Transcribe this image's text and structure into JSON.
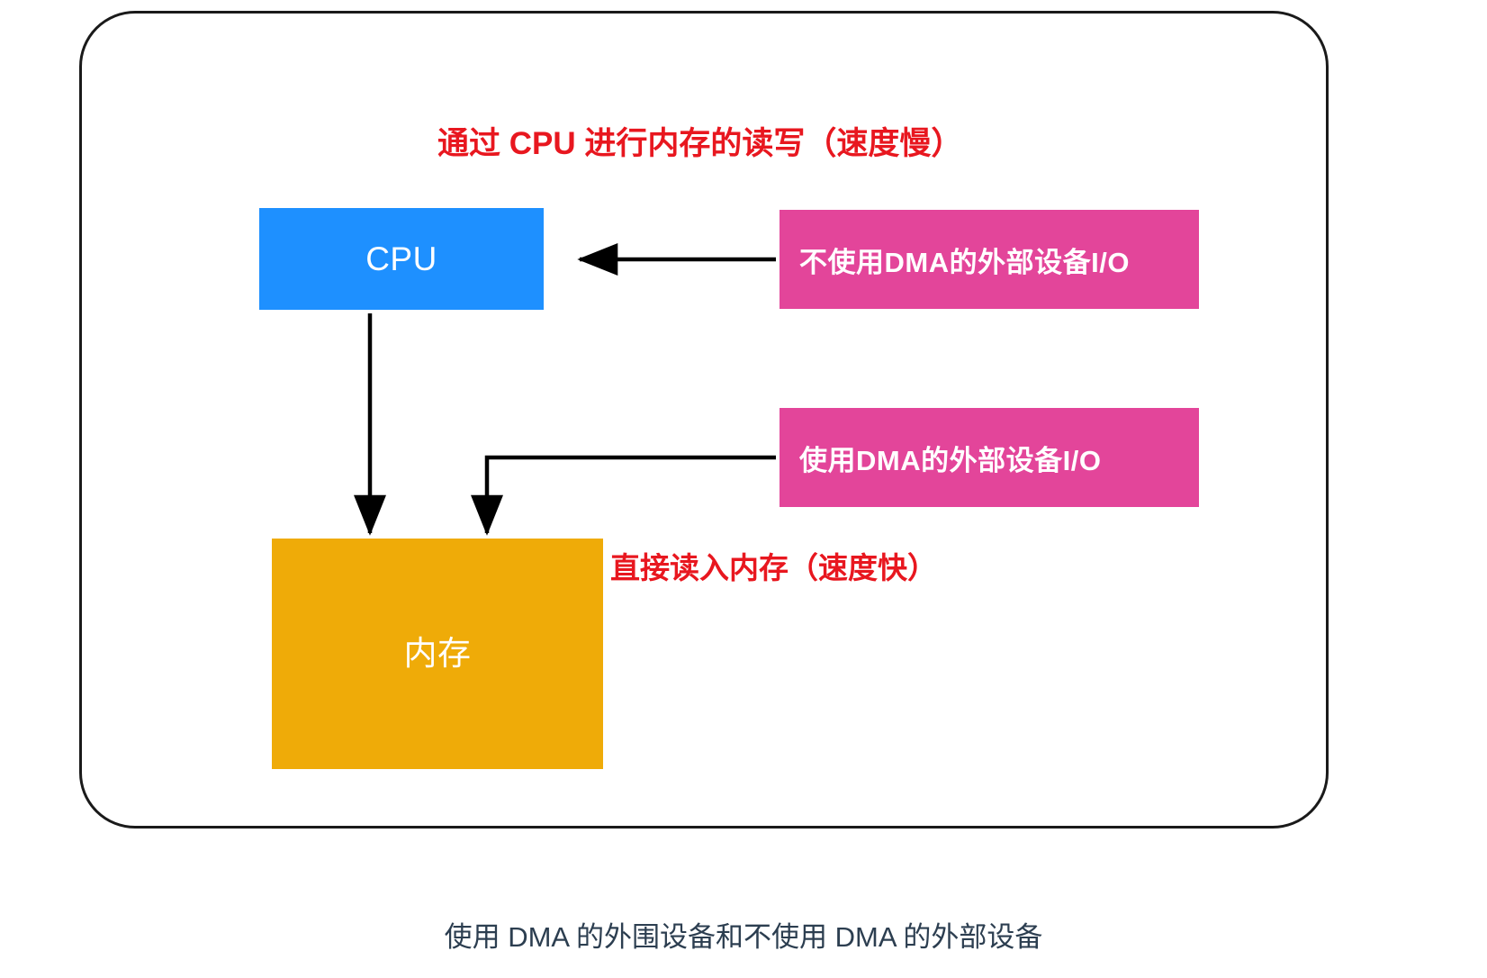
{
  "diagram": {
    "title_annotation": "通过 CPU 进行内存的读写（速度慢）",
    "memory_annotation": "直接读入内存（速度快）",
    "caption": "使用 DMA 的外围设备和不使用 DMA 的外部设备",
    "nodes": [
      {
        "id": "cpu",
        "label": "CPU",
        "color": "#1e90ff"
      },
      {
        "id": "memory",
        "label": "内存",
        "color": "#efab08"
      },
      {
        "id": "io_no_dma",
        "label": "不使用DMA的外部设备I/O",
        "color": "#e3459a"
      },
      {
        "id": "io_dma",
        "label": "使用DMA的外部设备I/O",
        "color": "#e3459a"
      }
    ],
    "edges": [
      {
        "id": "edge-io-no-dma-to-cpu",
        "from": "io_no_dma",
        "to": "cpu",
        "style": "straight-left-arrow"
      },
      {
        "id": "edge-cpu-to-memory",
        "from": "cpu",
        "to": "memory",
        "style": "straight-down-arrow"
      },
      {
        "id": "edge-io-dma-to-memory",
        "from": "io_dma",
        "to": "memory",
        "style": "elbow-down-arrow"
      }
    ],
    "colors": {
      "cpu_blue": "#1e90ff",
      "memory_orange": "#efab08",
      "io_pink": "#e3459a",
      "annotation_red": "#e8171f",
      "caption_gray": "#2c3e50",
      "frame_border": "#1a1a1a",
      "arrow": "#000000",
      "node_text": "#ffffff"
    }
  }
}
